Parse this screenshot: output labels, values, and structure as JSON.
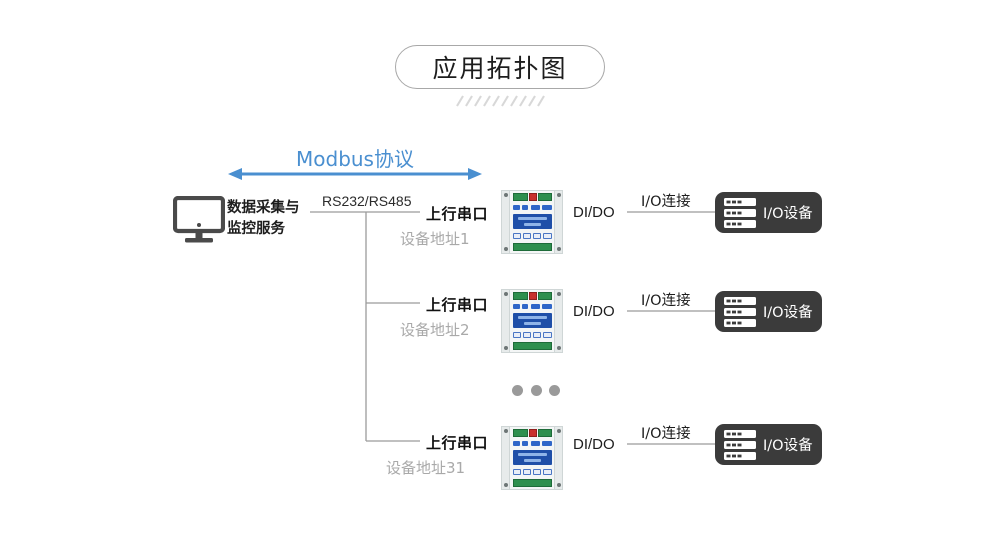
{
  "title": {
    "text": "应用拓扑图"
  },
  "protocol": {
    "label": "Modbus协议",
    "color": "#4a8fd0"
  },
  "host": {
    "icon": "monitor-icon",
    "line1": "数据采集与",
    "line2": "监控服务"
  },
  "bus": {
    "label": "RS232/RS485"
  },
  "branches": [
    {
      "title": "上行串口",
      "subtitle": "设备地址1",
      "device_icon": "io-module-device",
      "dido": "DI/DO",
      "link": "I/O连接",
      "endpoint": "I/O设备"
    },
    {
      "title": "上行串口",
      "subtitle": "设备地址2",
      "device_icon": "io-module-device",
      "dido": "DI/DO",
      "link": "I/O连接",
      "endpoint": "I/O设备"
    },
    {
      "title": "上行串口",
      "subtitle": "设备地址31",
      "device_icon": "io-module-device",
      "dido": "DI/DO",
      "link": "I/O连接",
      "endpoint": "I/O设备"
    }
  ],
  "ellipsis": {
    "dot_count": 3,
    "color": "#9a9a9a"
  },
  "colors": {
    "background": "#ffffff",
    "accent_blue": "#4a8fd0",
    "line_gray": "#9b9b9b",
    "dark_box": "#3b3b3b",
    "muted_text": "#a9a9a9"
  }
}
